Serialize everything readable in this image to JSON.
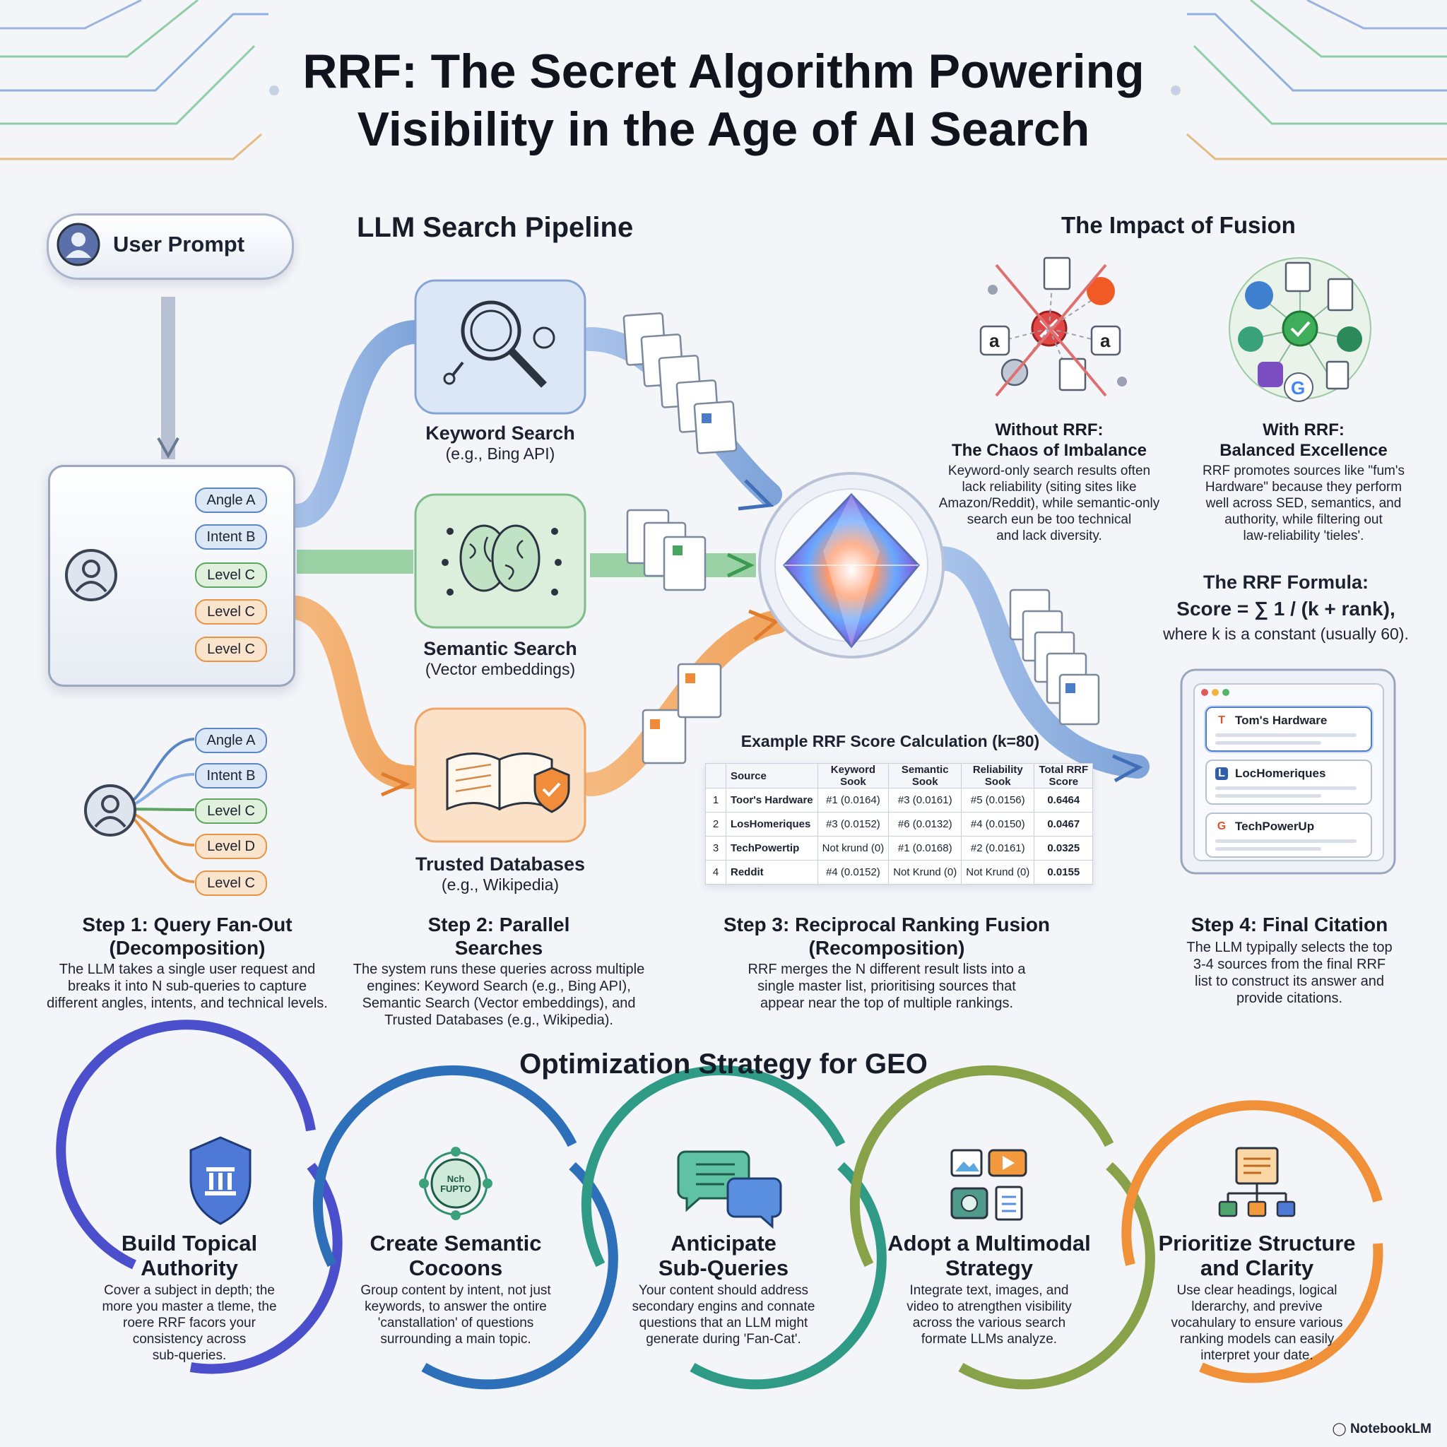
{
  "title_line1": "RRF: The Secret Algorithm Powering",
  "title_line2": "Visibility in the Age of AI Search",
  "pipeline": {
    "heading": "LLM Search Pipeline",
    "user_prompt": "User Prompt",
    "subquery_tags_top": [
      "Angle A",
      "Intent B",
      "Level C",
      "Level C",
      "Level C"
    ],
    "subquery_tags_bottom": [
      "Angle A",
      "Intent B",
      "Level C",
      "Level D",
      "Level C"
    ],
    "keyword": {
      "label": "Keyword Search",
      "sub": "(e.g., Bing API)"
    },
    "semantic": {
      "label": "Semantic Search",
      "sub": "(Vector embeddings)"
    },
    "trusted": {
      "label": "Trusted Databases",
      "sub": "(e.g., Wikipedia)"
    }
  },
  "impact": {
    "heading": "The Impact of Fusion",
    "without_title_1": "Without RRF:",
    "without_title_2": "The Chaos of Imbalance",
    "without_body": [
      "Keyword-only search results often",
      "lack reliability (siting sites like",
      "Amazon/Reddit), while semantic-only",
      "search eun be too technical",
      "and lack diversity."
    ],
    "with_title_1": "With RRF:",
    "with_title_2": "Balanced Excellence",
    "with_body": [
      "RRF promotes sources like \"fum's",
      "Hardware\" because they perform",
      "well across SED, semantics, and",
      "authority, while filtering out",
      "law-reliability 'tieles'."
    ]
  },
  "formula": {
    "heading": "The RRF Formula:",
    "equation": "Score = ∑ 1 / (k + rank),",
    "note": "where k is a constant (usually 60)."
  },
  "table": {
    "caption": "Example RRF Score Calculation (k=80)",
    "headers": [
      "",
      "Source",
      "Keyword Sook",
      "Semantic Sook",
      "Reliability Sook",
      "Total RRF Score"
    ],
    "rows": [
      [
        "1",
        "Toor's Hardware",
        "#1 (0.0164)",
        "#3 (0.0161)",
        "#5 (0.0156)",
        "0.6464"
      ],
      [
        "2",
        "LosHomeriques",
        "#3 (0.0152)",
        "#6 (0.0132)",
        "#4 (0.0150)",
        "0.0467"
      ],
      [
        "3",
        "TechPowertip",
        "Not krund (0)",
        "#1 (0.0168)",
        "#2 (0.0161)",
        "0.0325"
      ],
      [
        "4",
        "Reddit",
        "#4 (0.0152)",
        "Not Krund (0)",
        "Not Krund (0)",
        "0.0155"
      ]
    ]
  },
  "citation": {
    "items": [
      {
        "badge": "T",
        "label": "Tom's Hardware"
      },
      {
        "badge": "L",
        "label": "LocHomeriques"
      },
      {
        "badge": "G",
        "label": "TechPowerUp"
      }
    ]
  },
  "steps": [
    {
      "title_1": "Step 1: Query Fan-Out",
      "title_2": "(Decomposition)",
      "body": [
        "The LLM takes a single user request and",
        "breaks it into N sub-queries to capture",
        "different angles, intents, and technical levels."
      ]
    },
    {
      "title_1": "Step 2: Parallel",
      "title_2": "Searches",
      "body": [
        "The system runs these queries across multiple",
        "engines: Keyword Search (e.g., Bing API),",
        "Semantic Search (Vector embeddings), and",
        "Trusted Databases (e.g., Wikipedia)."
      ]
    },
    {
      "title_1": "Step 3: Reciprocal Ranking Fusion",
      "title_2": "(Recomposition)",
      "body": [
        "RRF merges the N different result lists into a",
        "single master list, prioritising sources that",
        "appear near the top of multiple rankings."
      ]
    },
    {
      "title_1": "Step 4: Final Citation",
      "title_2": "",
      "body": [
        "The LLM typipally selects the top",
        "3-4 sources from the final RRF",
        "list to construct its answer and",
        "provide citations."
      ]
    }
  ],
  "strategy": {
    "heading": "Optimization Strategy for GEO",
    "icon_text_1": "Nch",
    "icon_text_2": "FUPTO",
    "items": [
      {
        "title_1": "Build Topical",
        "title_2": "Authority",
        "body": [
          "Cover a subject in depth; the",
          "more you master a tleme, the",
          "roere RRF facors your",
          "consistency across",
          "sub-queries."
        ]
      },
      {
        "title_1": "Create Semantic",
        "title_2": "Cocoons",
        "body": [
          "Group content by intent, not just",
          "keywords, to answer the ontire",
          "'canstallation' of questions",
          "surrounding a main topic."
        ]
      },
      {
        "title_1": "Anticipate",
        "title_2": "Sub-Queries",
        "body": [
          "Your content should address",
          "secondary engins and connate",
          "questions that an LLM might",
          "generate during 'Fan-Cat'."
        ]
      },
      {
        "title_1": "Adopt a Multimodal",
        "title_2": "Strategy",
        "body": [
          "Integrate text, images, and",
          "video to atrengthen visibility",
          "across the various search",
          "formate LLMs analyze."
        ]
      },
      {
        "title_1": "Prioritize Structure",
        "title_2": "and Clarity",
        "body": [
          "Use clear headings, logical",
          "lderarchy, and previve",
          "vocahulary to ensure various",
          "ranking models can easily",
          "interpret your date."
        ]
      }
    ]
  },
  "brand": "NotebookLM",
  "colors": {
    "blue": "#5b86c4",
    "green": "#5ea561",
    "orange": "#e69546",
    "ring_purple": "#4f4fcf",
    "ring_teal": "#2f9a86",
    "ring_olive": "#88a24a"
  }
}
